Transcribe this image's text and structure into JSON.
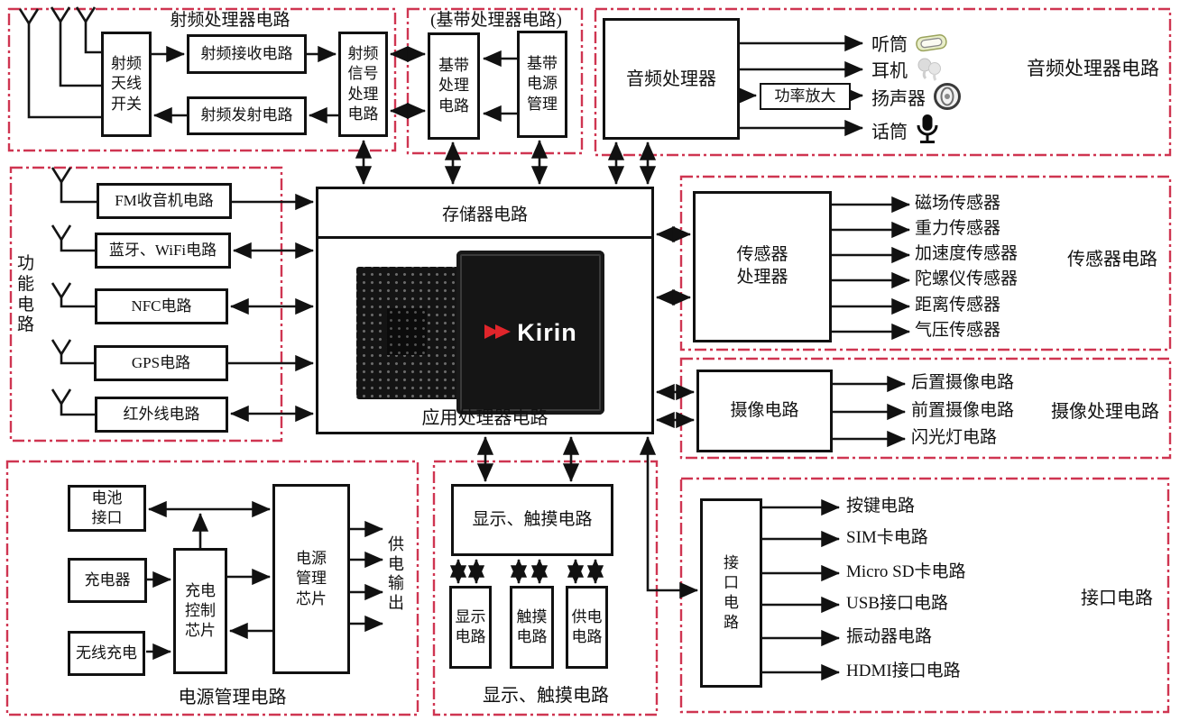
{
  "colors": {
    "section_border": "#cf3551",
    "line": "#141414",
    "chip_red": "#e0252b",
    "chip_body": "#151515"
  },
  "rf": {
    "title": "射频处理器电路",
    "switch": "射频天线开关",
    "rx": "射频接收电路",
    "tx": "射频发射电路",
    "signal": "射频信号处理电路"
  },
  "baseband": {
    "title": "(基带处理器电路)",
    "proc": "基带处理电路",
    "power": "基带电源管理"
  },
  "audio": {
    "title": "音频处理器电路",
    "proc": "音频处理器",
    "amp": "功率放大",
    "earpiece": "听筒",
    "headphone": "耳机",
    "speaker": "扬声器",
    "mic": "话筒"
  },
  "func": {
    "title": "功能电路",
    "fm": "FM收音机电路",
    "bt": "蓝牙、WiFi电路",
    "nfc": "NFC电路",
    "gps": "GPS电路",
    "ir": "红外线电路"
  },
  "center": {
    "memory": "存储器电路",
    "ap": "应用处理器电路",
    "chip": "Kirin"
  },
  "sensor": {
    "title": "传感器电路",
    "proc": "传感器处理器",
    "items": [
      "磁场传感器",
      "重力传感器",
      "加速度传感器",
      "陀螺仪传感器",
      "距离传感器",
      "气压传感器"
    ]
  },
  "camera": {
    "title": "摄像处理电路",
    "proc": "摄像电路",
    "items": [
      "后置摄像电路",
      "前置摄像电路",
      "闪光灯电路"
    ]
  },
  "power": {
    "title": "电源管理电路",
    "battery": "电池接口",
    "charger": "充电器",
    "wireless": "无线充电",
    "ctrl": "充电控制芯片",
    "pmic": "电源管理芯片",
    "out": "供电输出"
  },
  "displaySec": {
    "title": "显示、触摸电路",
    "main": "显示、触摸电路",
    "subs": [
      "显示电路",
      "触摸电路",
      "供电电路"
    ]
  },
  "iface": {
    "title": "接口电路",
    "hub": "接口电路",
    "items": [
      "按键电路",
      "SIM卡电路",
      "Micro SD卡电路",
      "USB接口电路",
      "振动器电路",
      "HDMI接口电路"
    ]
  }
}
